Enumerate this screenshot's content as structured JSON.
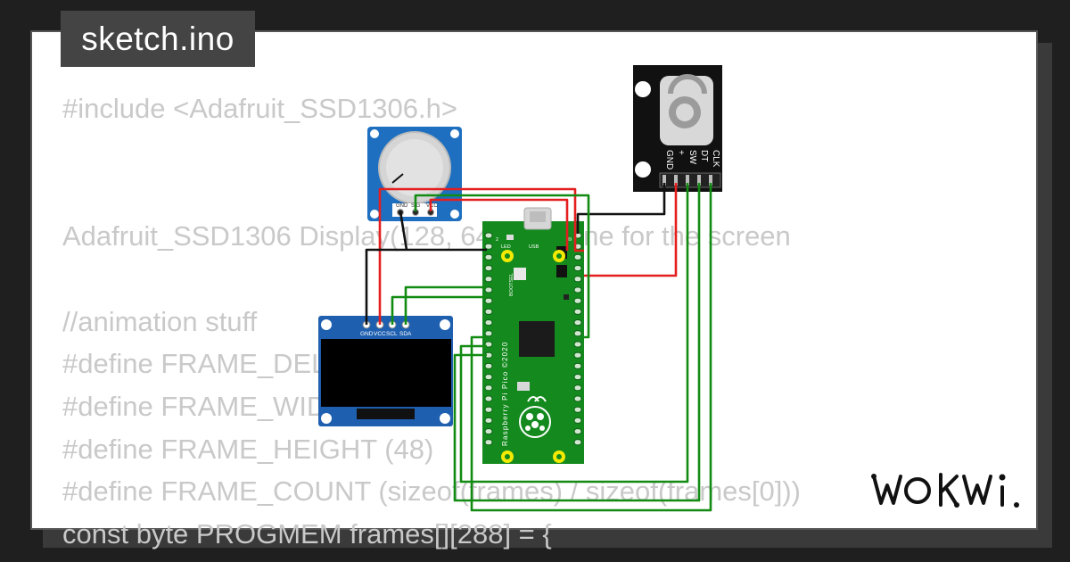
{
  "tab": {
    "filename": "sketch.ino"
  },
  "code_lines": [
    "#include <Adafruit_SSD1306.h>",
    "",
    "",
    "Adafruit_SSD1306 Display(128, 64); // define for the screen",
    "",
    "//animation stuff",
    "#define FRAME_DELAY (42)",
    "#define FRAME_WIDTH (48)",
    "#define FRAME_HEIGHT (48)",
    "#define FRAME_COUNT (sizeof(frames) / sizeof(frames[0]))",
    "const byte PROGMEM frames[][288] = {"
  ],
  "components": {
    "oled": {
      "pins": [
        "GND",
        "VCC",
        "SCL",
        "SDA"
      ]
    },
    "pot": {
      "pins": [
        "GND",
        "SIG",
        "VCC"
      ]
    },
    "encoder": {
      "pins": [
        "CLK",
        "DT",
        "SW",
        "+",
        "GND"
      ]
    },
    "pico": {
      "label": "Raspberry Pi Pico ©2020",
      "led": "LED",
      "usb": "USB",
      "bootsel": "BOOTSEL",
      "pin_num_left": "2",
      "pin_num_right": "39"
    }
  },
  "colors": {
    "wire_red": "#e41e1e",
    "wire_black": "#111111",
    "wire_green": "#128b12",
    "pico_green": "#148a1e",
    "pad_yellow": "#f4ea00",
    "code_text": "#c9c9c9",
    "tab_bg": "#444444"
  },
  "brand": {
    "logo": "WOKWi"
  }
}
